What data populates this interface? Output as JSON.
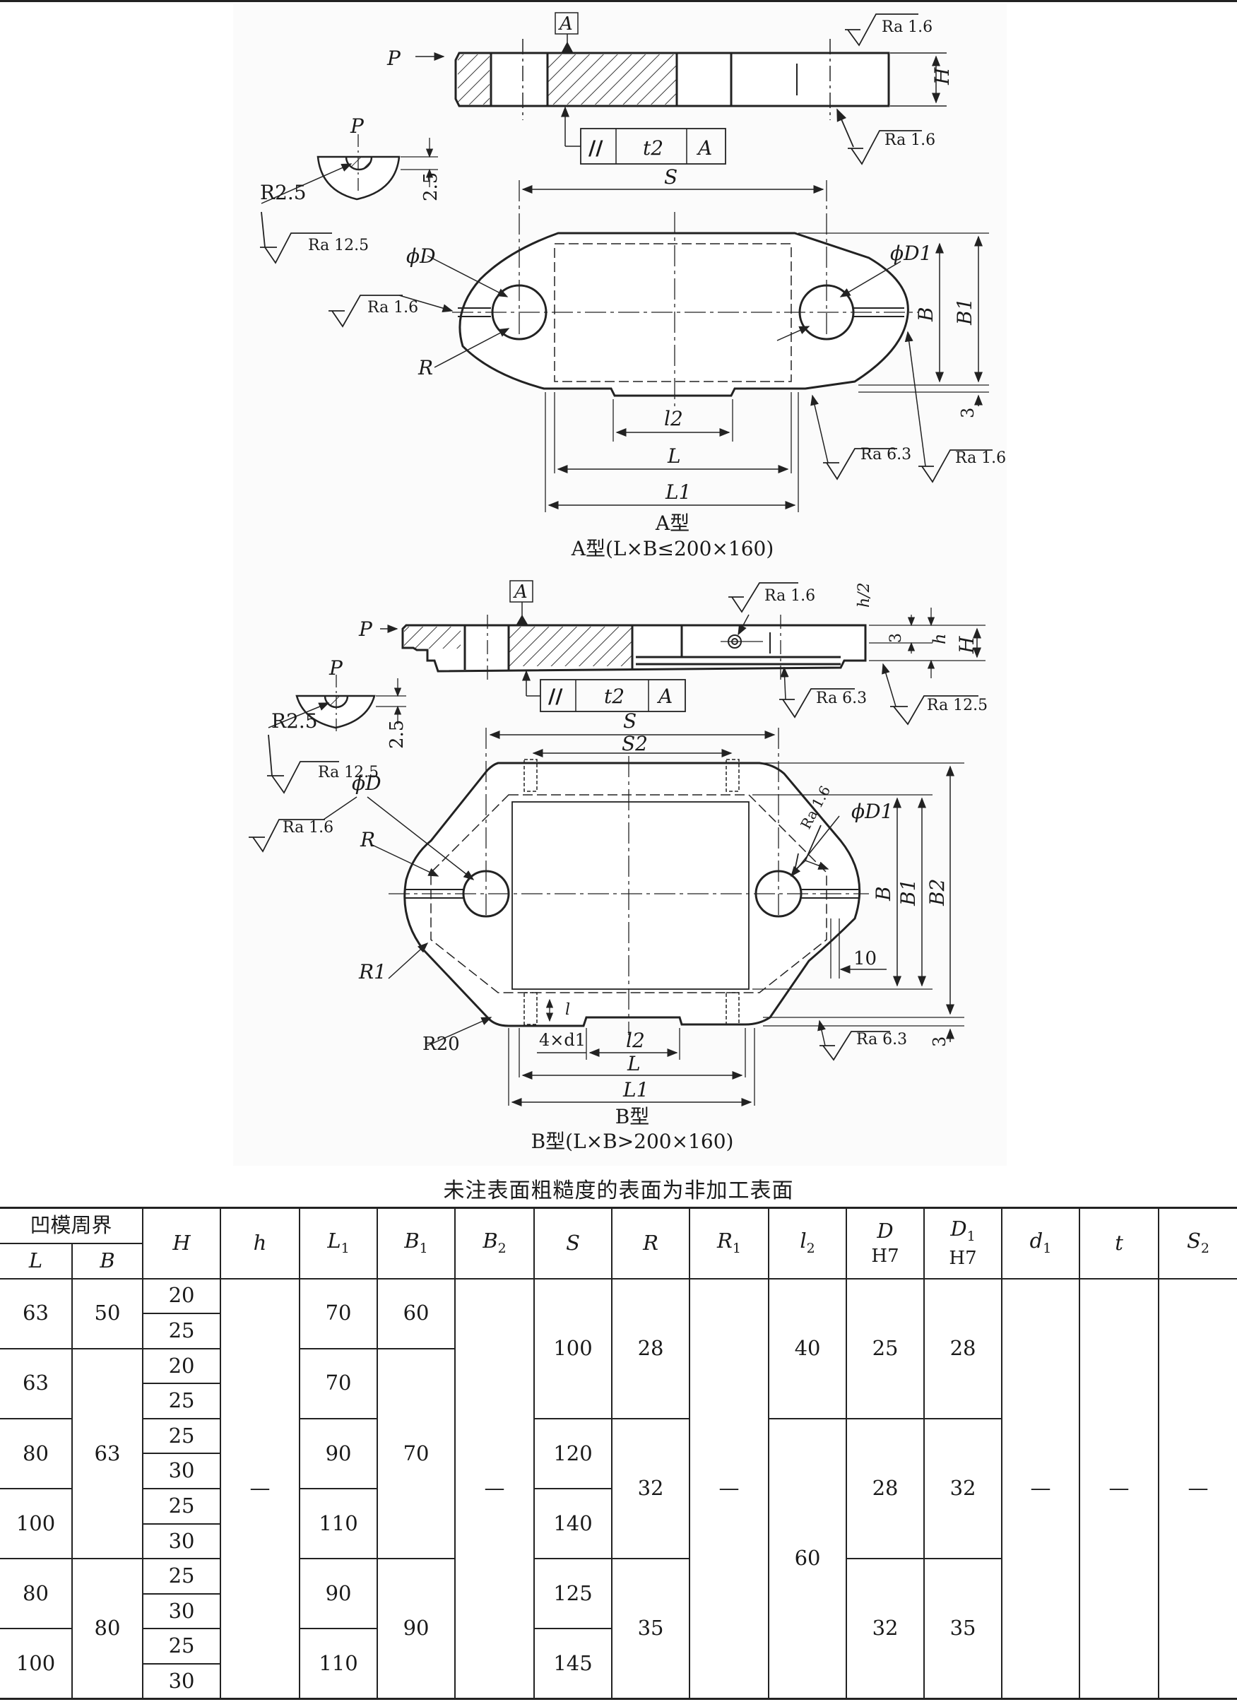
{
  "drawing": {
    "type_a": {
      "view_label": "A型",
      "condition": "A型(L×B≤200×160)",
      "datum": "A",
      "force": "P",
      "roughness": [
        "Ra 1.6",
        "Ra 1.6",
        "Ra 12.5",
        "Ra 1.6",
        "Ra 6.3",
        "Ra 1.6"
      ],
      "tolerance_frame": [
        "//",
        "t2",
        "A"
      ],
      "dimensions": {
        "height": "H",
        "spacing": "S",
        "hole": "ϕD",
        "hole1": "ϕD1",
        "radius": "R",
        "groove_radius": "R2.5",
        "groove_depth": "2.5",
        "length": "L",
        "length1": "L1",
        "slot": "l2",
        "width": "B",
        "width1": "B1",
        "offset": "3"
      }
    },
    "type_b": {
      "view_label": "B型",
      "condition": "B型(L×B>200×160)",
      "datum": "A",
      "force": "P",
      "roughness": [
        "Ra 1.6",
        "Ra 6.3",
        "Ra 12.5",
        "Ra 12.5",
        "Ra 1.6",
        "Ra 1.6",
        "Ra 6.3"
      ],
      "tolerance_frame": [
        "//",
        "t2",
        "A"
      ],
      "dimensions": {
        "half_h": "h/2",
        "h": "h",
        "height": "H",
        "step": "3",
        "spacing": "S",
        "spacing2": "S2",
        "hole": "ϕD",
        "hole1": "ϕD1",
        "radius": "R",
        "radius1": "R1",
        "corner": "R20",
        "threads": "4×d1",
        "thread_depth": "l",
        "slot": "l2",
        "length": "L",
        "length1": "L1",
        "width": "B",
        "width1": "B1",
        "width2": "B2",
        "ten": "10",
        "groove_radius": "R2.5",
        "groove_depth": "2.5",
        "offset": "3"
      }
    }
  },
  "caption": "未注表面粗糙度的表面为非加工表面",
  "table": {
    "group_header": "凹模周界",
    "headers": {
      "L": "L",
      "B": "B",
      "H": "H",
      "h": "h",
      "L1": "L",
      "B1": "B",
      "B2": "B",
      "S": "S",
      "R": "R",
      "R1": "R",
      "l2": "l",
      "D": "D",
      "D_fit": "H7",
      "D1": "D",
      "D1_fit": "H7",
      "d1": "d",
      "t": "t",
      "S2": "S"
    },
    "subscripts": {
      "L1": "1",
      "B1": "1",
      "B2": "2",
      "R1": "1",
      "l2": "2",
      "D1": "1",
      "d1": "1",
      "S2": "2"
    },
    "dash": "—",
    "L_values": [
      "63",
      "63",
      "80",
      "100",
      "80",
      "100"
    ],
    "B_values": [
      "50",
      "63",
      "80"
    ],
    "H_values": [
      "20",
      "25",
      "20",
      "25",
      "25",
      "30",
      "25",
      "30",
      "25",
      "30",
      "25",
      "30"
    ],
    "L1_values": [
      "70",
      "70",
      "90",
      "110",
      "90",
      "110"
    ],
    "B1_values": [
      "60",
      "70",
      "90"
    ],
    "S_values": [
      "100",
      "120",
      "140",
      "125",
      "145"
    ],
    "R_values": [
      "28",
      "32",
      "35"
    ],
    "l2_values": [
      "40",
      "60"
    ],
    "D_values": [
      "25",
      "28",
      "32"
    ],
    "D1_values": [
      "28",
      "32",
      "35"
    ]
  }
}
